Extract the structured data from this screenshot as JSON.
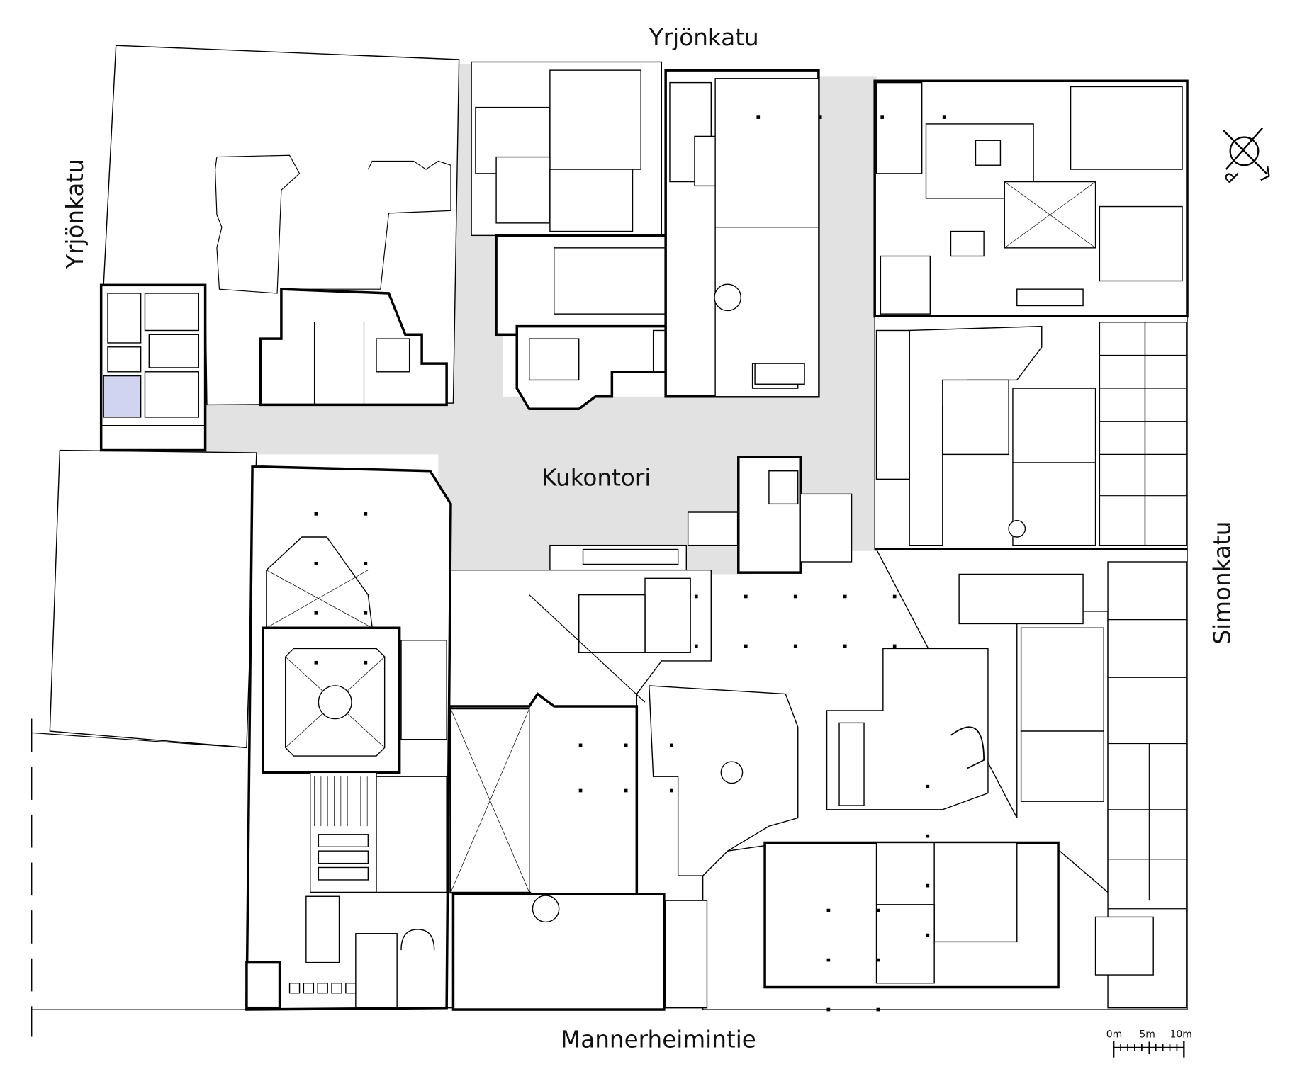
{
  "streets": {
    "north": "Yrjönkatu",
    "west": "Yrjönkatu",
    "east": "Simonkatu",
    "south": "Mannerheimintie"
  },
  "square": "Kukontori",
  "compass": {
    "label": "P",
    "icon": "north-arrow-icon"
  },
  "scale_bar": {
    "ticks": [
      "0m",
      "5m",
      "10m"
    ]
  },
  "colors": {
    "plaza": "#e2e2e2",
    "highlight_room": "#d0d4f0"
  }
}
